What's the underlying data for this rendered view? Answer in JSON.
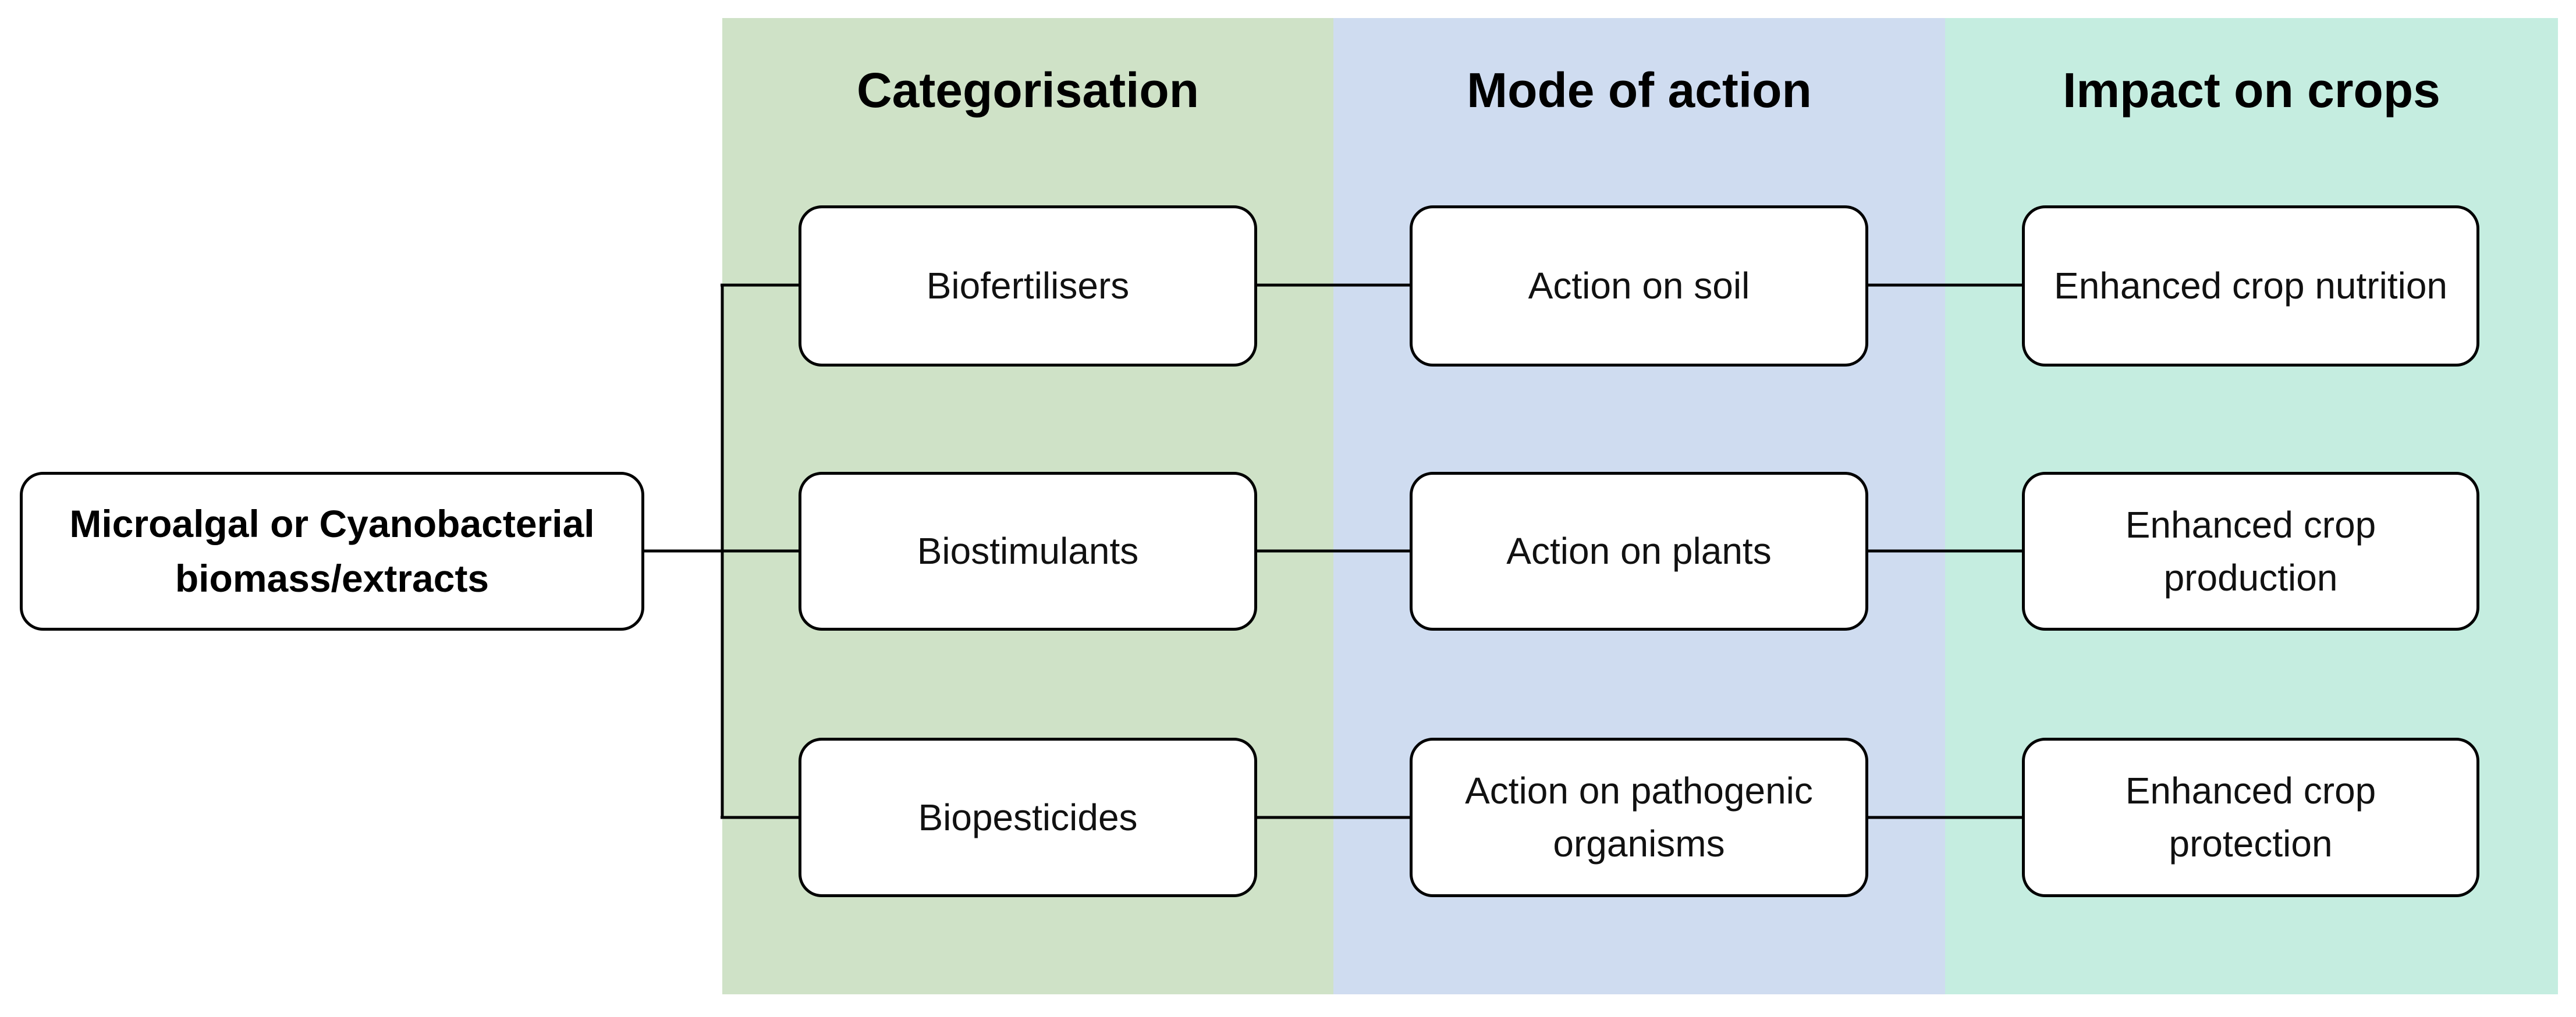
{
  "colors": {
    "band_categorisation": "#cfe2c7",
    "band_mode_of_action": "#cfdcf0",
    "band_impact": "#c5ede0",
    "node_fill": "#ffffff",
    "node_border": "#000000",
    "connector": "#000000"
  },
  "headers": {
    "categorisation": "Categorisation",
    "mode_of_action": "Mode of action",
    "impact_on_crops": "Impact on crops"
  },
  "source": {
    "label": "Microalgal or Cyanobacterial biomass/extracts"
  },
  "categorisation": [
    {
      "label": "Biofertilisers"
    },
    {
      "label": "Biostimulants"
    },
    {
      "label": "Biopesticides"
    }
  ],
  "mode_of_action": [
    {
      "label": "Action on soil"
    },
    {
      "label": "Action on plants"
    },
    {
      "label": "Action on pathogenic organisms"
    }
  ],
  "impact_on_crops": [
    {
      "label": "Enhanced crop nutrition"
    },
    {
      "label": "Enhanced crop production"
    },
    {
      "label": "Enhanced crop protection"
    }
  ]
}
